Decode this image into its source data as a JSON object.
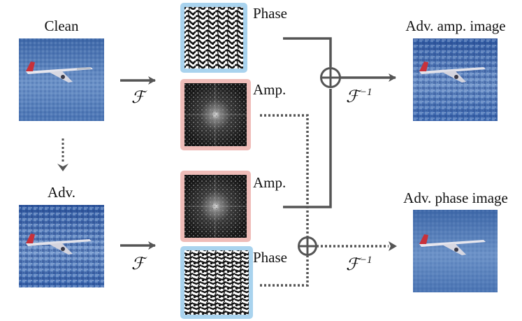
{
  "labels": {
    "clean": "Clean",
    "adv": "Adv.",
    "phase_top": "Phase",
    "amp_top": "Amp.",
    "amp_bottom": "Amp.",
    "phase_bottom": "Phase",
    "adv_amp_image": "Adv. amp. image",
    "adv_phase_image": "Adv. phase image"
  },
  "operators": {
    "fourier": "ℱ",
    "inverse_fourier": "ℱ",
    "inverse_exponent": "−1"
  },
  "colors": {
    "phase_border": "#a9d3ee",
    "amp_border": "#efbcb8",
    "line": "#555555",
    "sky": "#4f79b8"
  }
}
